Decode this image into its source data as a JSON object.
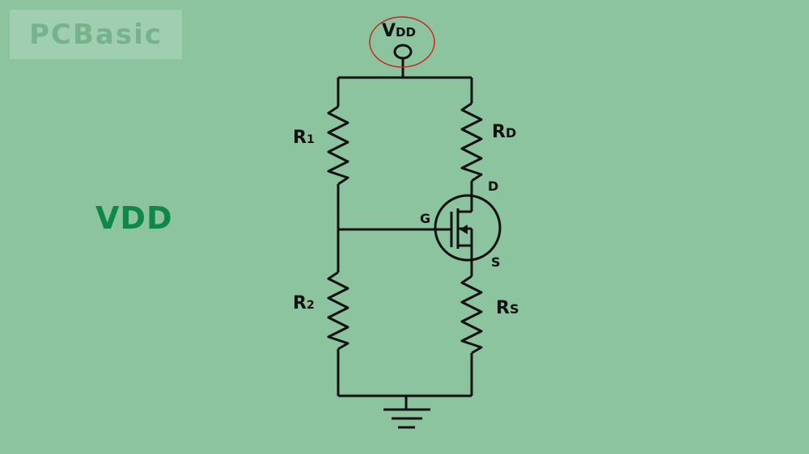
{
  "logo_text": "PCBasic",
  "side_title": "VDD",
  "circuit": {
    "supply": {
      "main": "V",
      "sub": "DD"
    },
    "resistors": {
      "r1": {
        "main": "R",
        "sub": "1"
      },
      "rd": {
        "main": "R",
        "sub": "D"
      },
      "r2": {
        "main": "R",
        "sub": "2"
      },
      "rs": {
        "main": "R",
        "sub": "S"
      }
    },
    "terminals": {
      "drain": "D",
      "gate": "G",
      "source": "S"
    },
    "colors": {
      "wire": "#111111",
      "highlight": "#d02020"
    }
  }
}
